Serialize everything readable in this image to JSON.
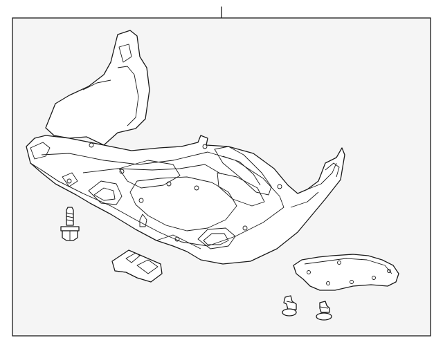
{
  "diagram": {
    "background_color": "#f5f5f5",
    "line_color": "#1a1a1a",
    "parts": [
      {
        "name": "splash-shield-assembly",
        "icon": "splash-shield-icon"
      },
      {
        "name": "bolt",
        "icon": "bolt-icon"
      },
      {
        "name": "bracket",
        "icon": "bracket-icon"
      },
      {
        "name": "side-cover",
        "icon": "cover-plate-icon"
      },
      {
        "name": "clip-left",
        "icon": "push-clip-icon"
      },
      {
        "name": "clip-right",
        "icon": "push-clip-icon"
      }
    ]
  }
}
